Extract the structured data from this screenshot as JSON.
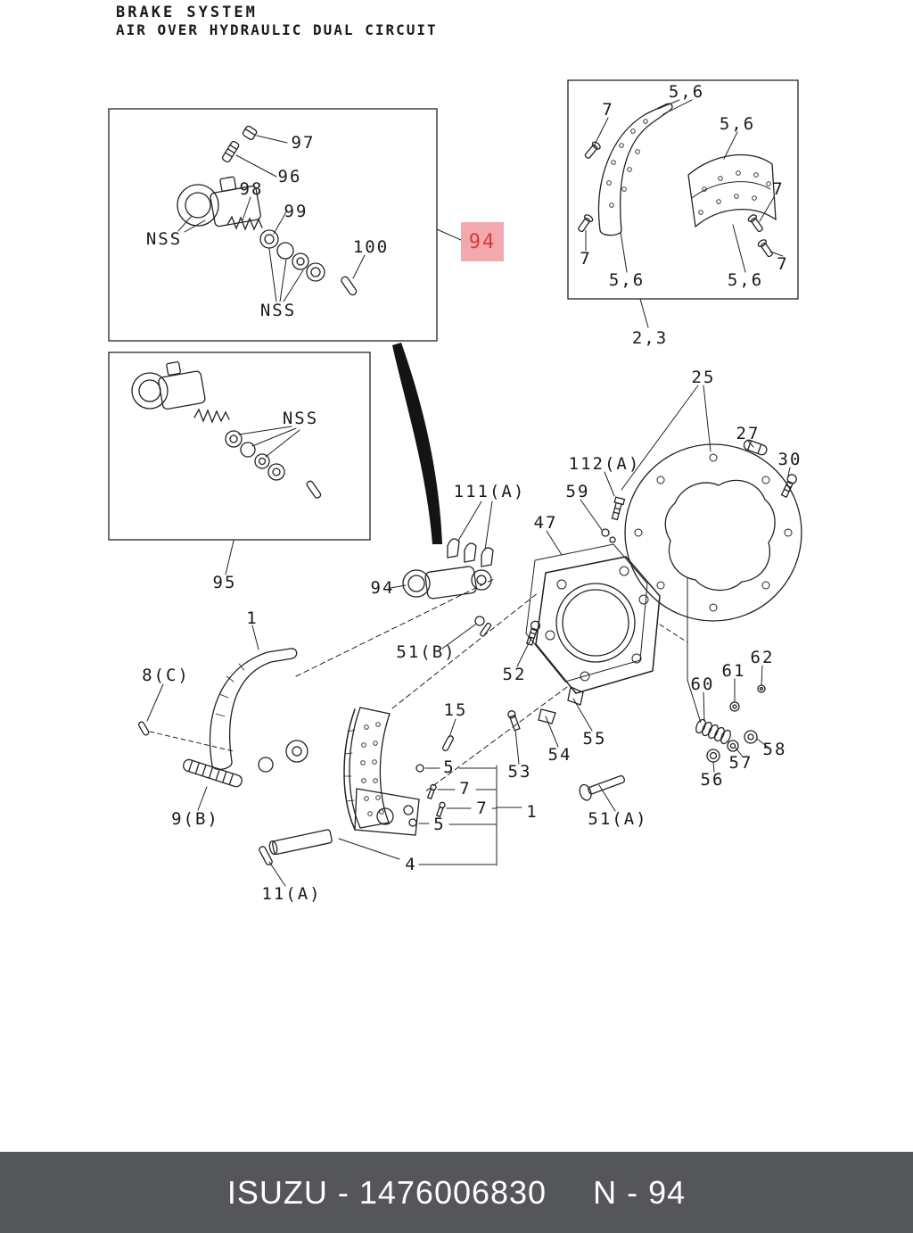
{
  "header": {
    "line1": "BRAKE SYSTEM",
    "line2": "AIR OVER HYDRAULIC DUAL CIRCUIT"
  },
  "highlight": {
    "text": "94",
    "bg_color": "#f3a8ae",
    "text_color": "#d93b3e"
  },
  "footer": {
    "part_number": "ISUZU - 1476006830",
    "page_ref": "N - 94",
    "bg_color": "#55565a",
    "text_color": "#ffffff"
  },
  "labels": [
    {
      "text": "97"
    },
    {
      "text": "96"
    },
    {
      "text": "98"
    },
    {
      "text": "99"
    },
    {
      "text": "NSS"
    },
    {
      "text": "100"
    },
    {
      "text": "NSS"
    },
    {
      "text": "7"
    },
    {
      "text": "5,6"
    },
    {
      "text": "5,6"
    },
    {
      "text": "7"
    },
    {
      "text": "7"
    },
    {
      "text": "5,6"
    },
    {
      "text": "5,6"
    },
    {
      "text": "7"
    },
    {
      "text": "2,3"
    },
    {
      "text": "NSS"
    },
    {
      "text": "95"
    },
    {
      "text": "25"
    },
    {
      "text": "27"
    },
    {
      "text": "30"
    },
    {
      "text": "112(A)"
    },
    {
      "text": "59"
    },
    {
      "text": "111(A)"
    },
    {
      "text": "47"
    },
    {
      "text": "94"
    },
    {
      "text": "51(B)"
    },
    {
      "text": "52"
    },
    {
      "text": "55"
    },
    {
      "text": "54"
    },
    {
      "text": "53"
    },
    {
      "text": "60"
    },
    {
      "text": "61"
    },
    {
      "text": "62"
    },
    {
      "text": "58"
    },
    {
      "text": "57"
    },
    {
      "text": "56"
    },
    {
      "text": "51(A)"
    },
    {
      "text": "1"
    },
    {
      "text": "8(C)"
    },
    {
      "text": "9(B)"
    },
    {
      "text": "15"
    },
    {
      "text": "5"
    },
    {
      "text": "7"
    },
    {
      "text": "7"
    },
    {
      "text": "5"
    },
    {
      "text": "1"
    },
    {
      "text": "4"
    },
    {
      "text": "11(A)"
    }
  ]
}
